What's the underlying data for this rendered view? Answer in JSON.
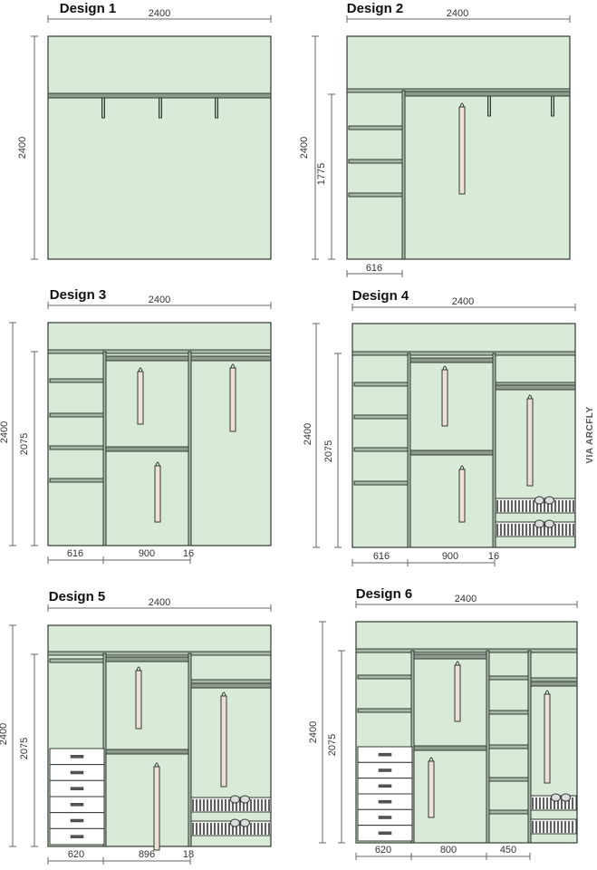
{
  "colors": {
    "panel": "#d9ead9",
    "panel_top": "#d3e6d3",
    "stroke": "#2f3a30",
    "shelf": "#aab8aa",
    "rod": "#8e9a8e",
    "hanger": "#efe0da",
    "shoe_rack": "#3a3a3a",
    "drawer": "#ffffff",
    "dim_line": "#666666",
    "text": "#222222"
  },
  "watermark": "VIA ARCFLY",
  "designs": [
    {
      "id": "design-1",
      "title": "Design 1",
      "width_label": "2400",
      "height_label": "2400"
    },
    {
      "id": "design-2",
      "title": "Design 2",
      "width_label": "2400",
      "height_label": "2400",
      "inner_height_label": "1775",
      "bottom_labels": [
        "616"
      ]
    },
    {
      "id": "design-3",
      "title": "Design 3",
      "width_label": "2400",
      "height_label": "2400",
      "inner_height_label": "2075",
      "bottom_labels": [
        "616",
        "900",
        "16"
      ]
    },
    {
      "id": "design-4",
      "title": "Design 4",
      "width_label": "2400",
      "height_label": "2400",
      "inner_height_label": "2075",
      "bottom_labels": [
        "616",
        "900",
        "16"
      ]
    },
    {
      "id": "design-5",
      "title": "Design 5",
      "width_label": "2400",
      "height_label": "2400",
      "inner_height_label": "2075",
      "bottom_labels": [
        "620",
        "896",
        "18"
      ]
    },
    {
      "id": "design-6",
      "title": "Design 6",
      "width_label": "2400",
      "height_label": "2400",
      "inner_height_label": "2075",
      "bottom_labels": [
        "620",
        "800",
        "450"
      ]
    }
  ]
}
